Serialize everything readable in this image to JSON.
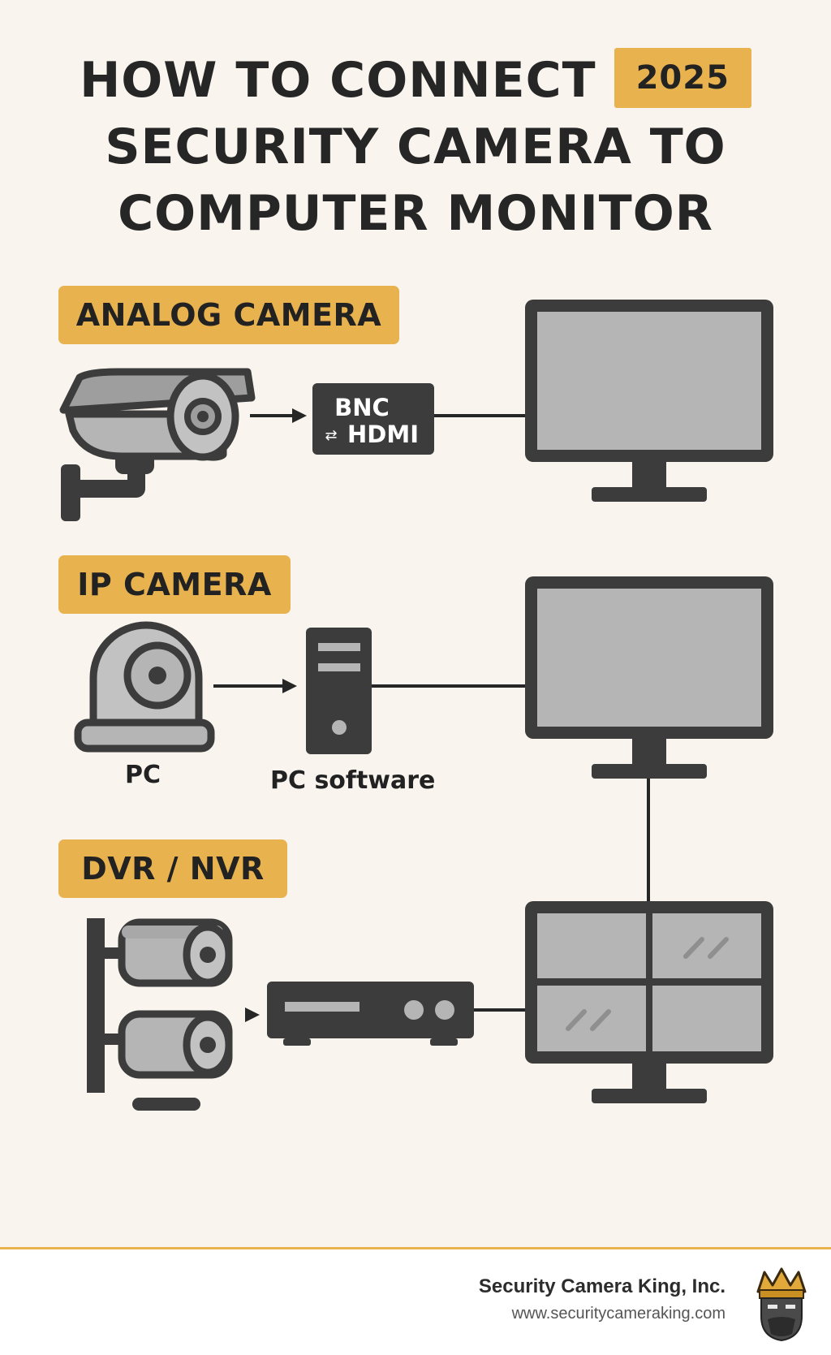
{
  "title": {
    "line1": "HOW TO CONNECT",
    "year": "2025",
    "line2": "SECURITY CAMERA TO",
    "line3": "COMPUTER MONITOR"
  },
  "sections": {
    "analog": {
      "heading": "ANALOG CAMERA",
      "converter_line1": "BNC",
      "converter_line2": "HDMI"
    },
    "ip": {
      "heading": "IP CAMERA",
      "camera_label": "PC",
      "pc_label": "PC software"
    },
    "dvr": {
      "heading": "DVR / NVR"
    }
  },
  "footer": {
    "company": "Security Camera King, Inc.",
    "website": "www.securitycameraking.com"
  },
  "colors": {
    "accent": "#e8b24f",
    "background": "#f9f5ee",
    "dark": "#3c3c3c",
    "screen": "#b5b5b5"
  },
  "icons": [
    "bullet-camera-icon",
    "bnc-hdmi-converter-icon",
    "monitor-icon",
    "dome-camera-icon",
    "pc-tower-icon",
    "dvr-box-icon",
    "split-screen-monitor-icon",
    "king-logo-icon"
  ]
}
